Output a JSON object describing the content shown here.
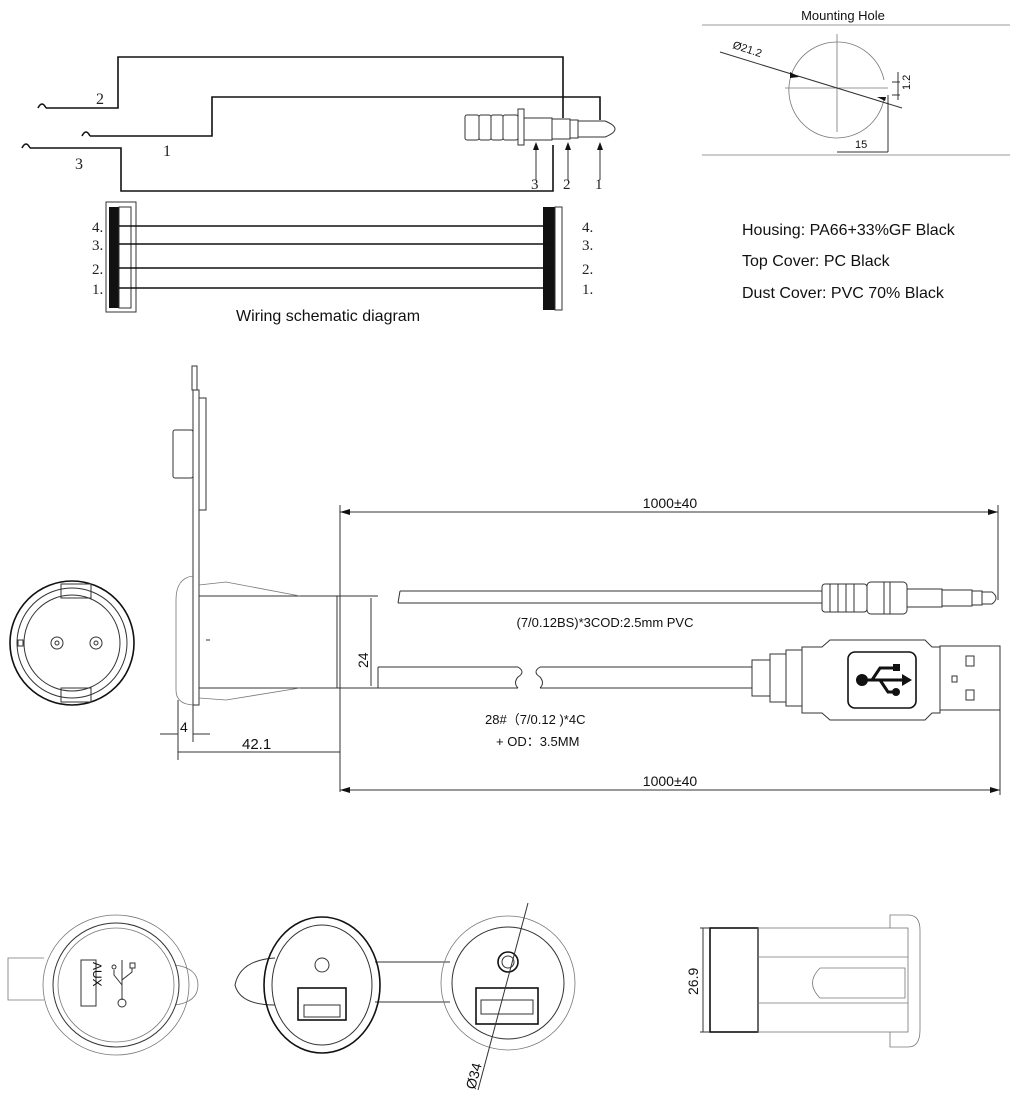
{
  "wiring": {
    "title": "Wiring schematic diagram",
    "wire_labels": [
      "2",
      "1",
      "3"
    ],
    "jack_pin_labels": [
      "3",
      "2",
      "1"
    ],
    "usb_pins_left": [
      "4.",
      "3.",
      "2.",
      "1."
    ],
    "usb_pins_right": [
      "4.",
      "3.",
      "2.",
      "1."
    ]
  },
  "mounting_hole": {
    "title": "Mounting Hole",
    "diameter": "Ø21.2",
    "offset": "15",
    "flat": "1.2"
  },
  "materials": [
    "Housing: PA66+33%GF Black",
    "Top Cover: PC Black",
    "Dust Cover: PVC 70% Black"
  ],
  "side_view": {
    "thickness": "4",
    "depth": "42.1",
    "height": "24",
    "cable_length_top": "1000±40",
    "cable_length_bottom": "1000±40",
    "audio_cable_spec": "(7/0.12BS)*3COD:2.5mm PVC",
    "usb_cable_spec_1": "28#（7/0.12 )*4C",
    "usb_cable_spec_2": "+ OD：3.5MM"
  },
  "bottom_views": {
    "aux_label": "AUX",
    "diameter": "Ø34",
    "height": "26.9"
  }
}
